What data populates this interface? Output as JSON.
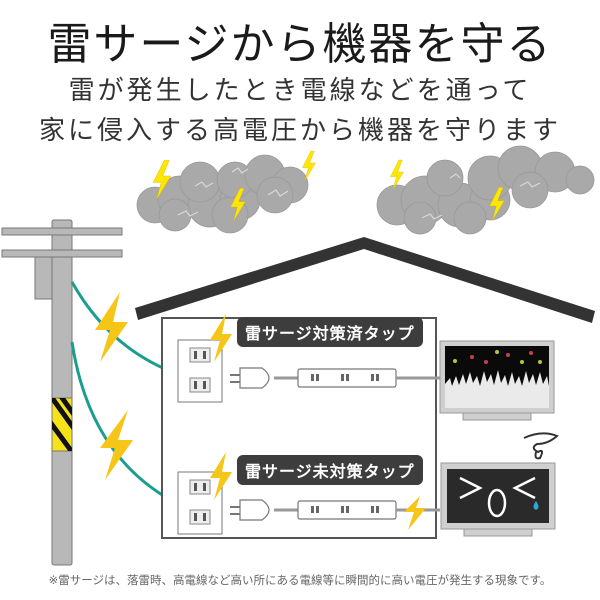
{
  "header": {
    "title": "雷サージから機器を守る",
    "subtitle_line1": "雷が発生したとき電線などを通って",
    "subtitle_line2": "家に侵入する高電圧から機器を守ります"
  },
  "scene": {
    "protected_tap": {
      "label": "雷サージ対策済タップ",
      "tv_state": "normal-concert-screen"
    },
    "unprotected_tap": {
      "label": "雷サージ未対策タップ",
      "tv_state": "broken-face",
      "tv_face": ">o<"
    }
  },
  "footnote": "※雷サージは、落雷時、高電線など高い所にある電線等に瞬間的に高い電圧が発生する現象です。",
  "colors": {
    "bolt_yellow": "#f5c518",
    "cloud_gray": "#a9a9a9",
    "wire_teal": "#1a9e8f",
    "roof_dark": "#333333",
    "label_bg": "#3d3d3d",
    "pole_gray": "#b8b8b8",
    "tear_blue": "#2aa8d8"
  }
}
